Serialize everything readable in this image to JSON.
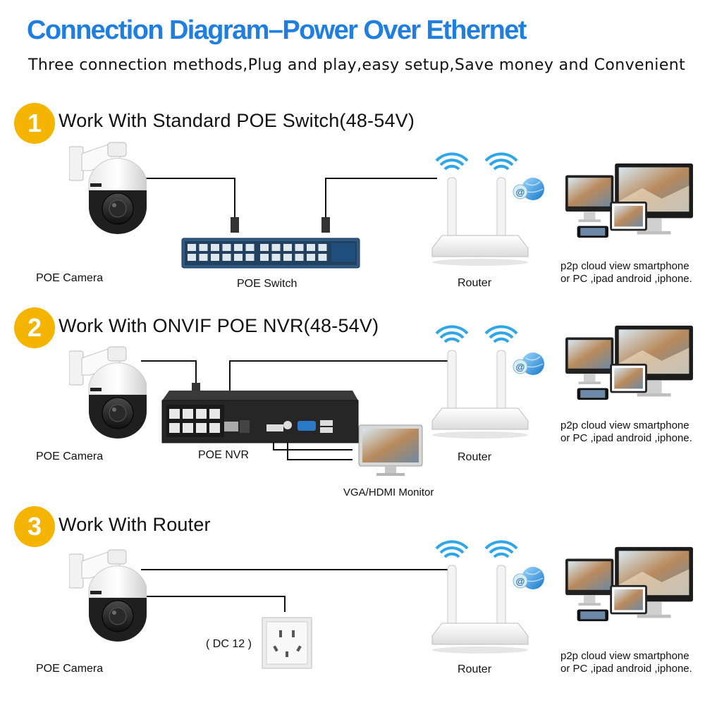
{
  "header": {
    "title": "Connection Diagram–Power Over Ethernet",
    "subtitle": "Three connection methods,Plug and play,easy setup,Save money and Convenient"
  },
  "sections": [
    {
      "number": "1",
      "heading": "Work With Standard POE Switch(48-54V)",
      "camera_label": "POE Camera",
      "switch_label": "POE Switch",
      "router_label": "Router",
      "p2p_line1": "p2p cloud view smartphone",
      "p2p_line2": "or PC ,ipad android ,iphone."
    },
    {
      "number": "2",
      "heading": "Work With ONVIF POE NVR(48-54V)",
      "camera_label": "POE Camera",
      "nvr_label": "POE NVR",
      "router_label": "Router",
      "monitor_label": "VGA/HDMI Monitor",
      "p2p_line1": "p2p cloud view smartphone",
      "p2p_line2": "or PC ,ipad android ,iphone."
    },
    {
      "number": "3",
      "heading": "Work With Router",
      "camera_label": "POE Camera",
      "power_label": "( DC 12 )",
      "router_label": "Router",
      "p2p_line1": "p2p cloud view smartphone",
      "p2p_line2": "or PC ,ipad android ,iphone."
    }
  ],
  "colors": {
    "title_blue": "#1f7fe0",
    "badge_orange": "#f5b400",
    "wifi_blue": "#2fa6e8",
    "switch_blue": "#23415f",
    "cable_black": "#111111"
  },
  "icons": [
    "ptz-camera-icon",
    "poe-switch-icon",
    "poe-nvr-icon",
    "router-icon",
    "wifi-icon",
    "cloud-globe-icon",
    "devices-icon",
    "monitor-icon",
    "power-socket-icon"
  ]
}
